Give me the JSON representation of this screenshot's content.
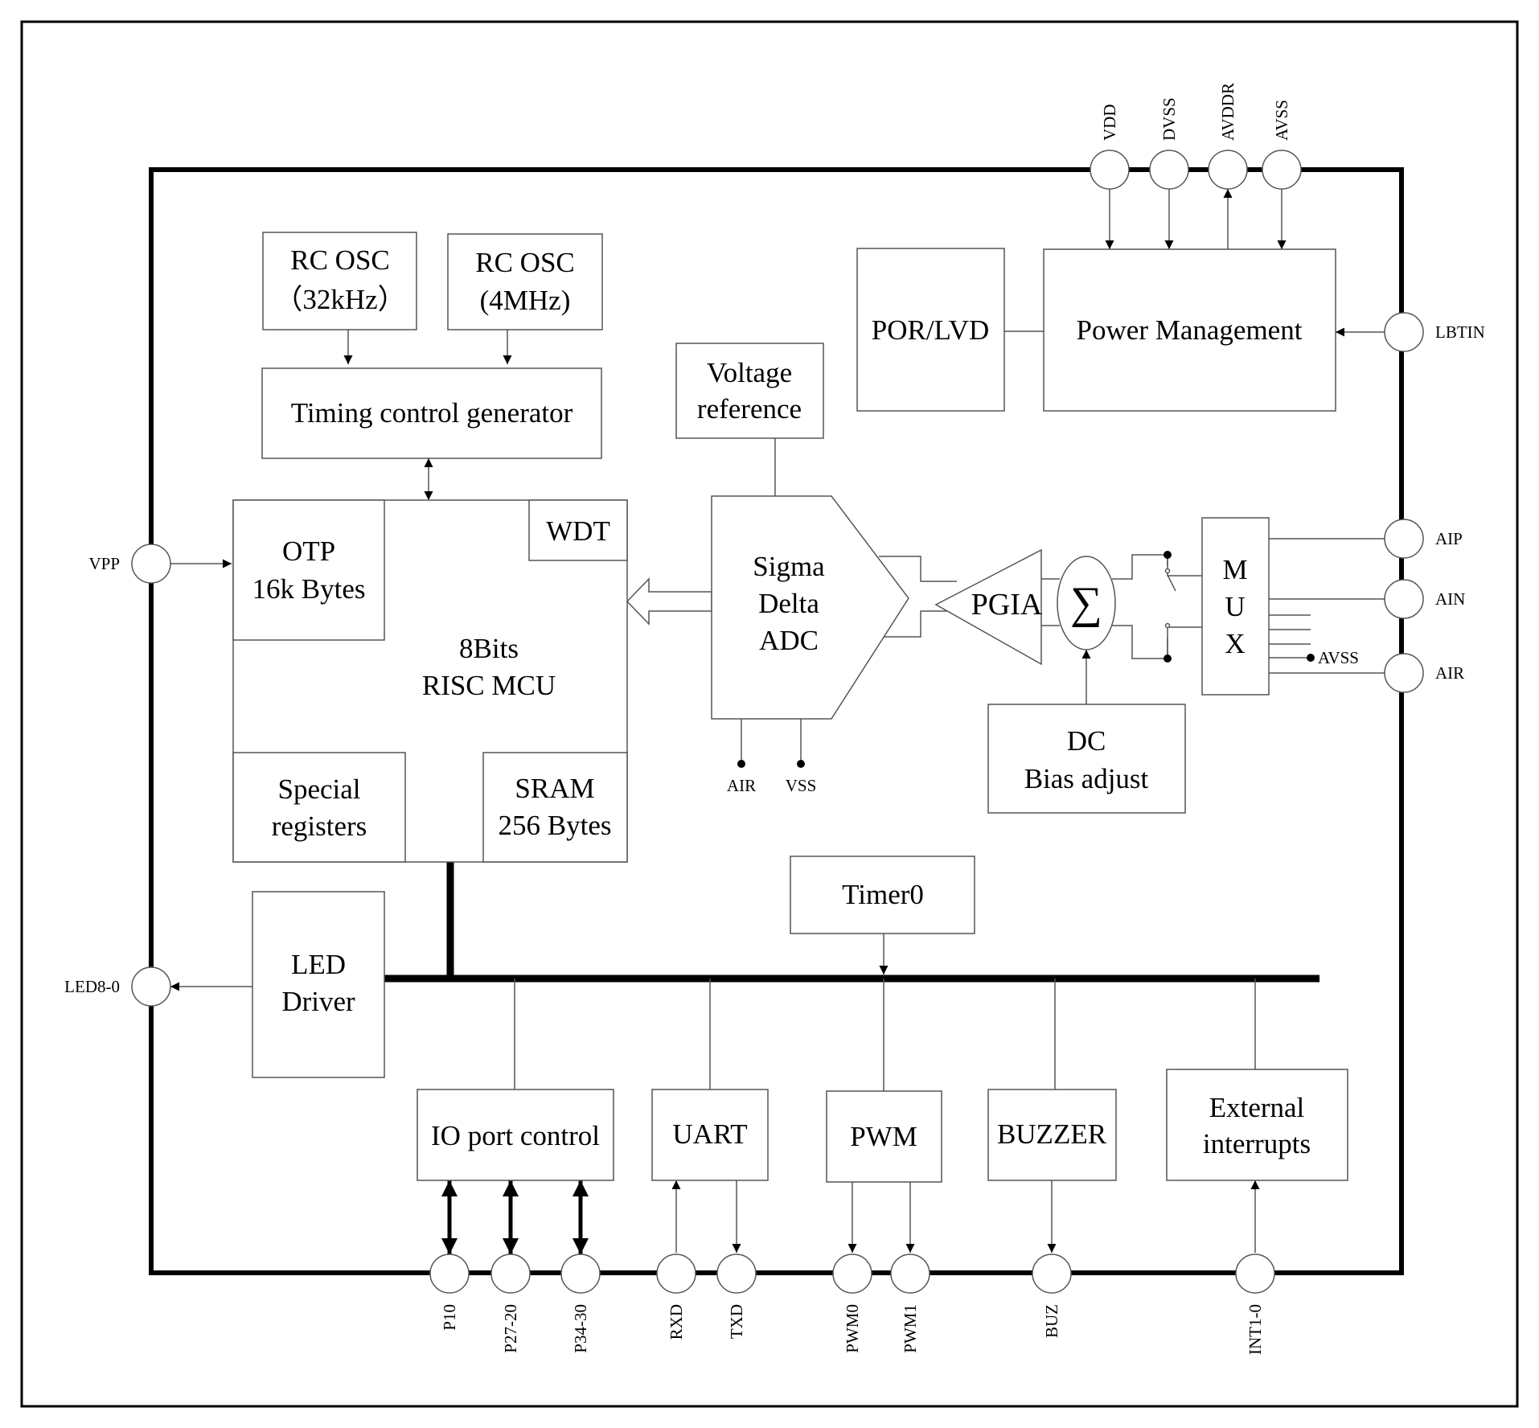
{
  "blocks": {
    "rc_osc_32k": [
      "RC OSC",
      "（32kHz）"
    ],
    "rc_osc_4m": [
      "RC OSC",
      "(4MHz)"
    ],
    "timing": "Timing control generator",
    "otp": [
      "OTP",
      "16k Bytes"
    ],
    "wdt": "WDT",
    "mcu": [
      "8Bits",
      "RISC  MCU"
    ],
    "special": [
      "Special",
      "registers"
    ],
    "sram": [
      "SRAM",
      "256 Bytes"
    ],
    "vref": [
      "Voltage",
      "reference"
    ],
    "adc": [
      "Sigma",
      "Delta",
      "ADC"
    ],
    "pgia": "PGIA",
    "sum_symbol": "∑",
    "mux": [
      "M",
      "U",
      "X"
    ],
    "dc_bias": [
      "DC",
      "Bias adjust"
    ],
    "por": "POR/LVD",
    "power": "Power Management",
    "timer0": "Timer0",
    "led_driver": [
      "LED",
      "Driver"
    ],
    "io": "IO port control",
    "uart": "UART",
    "pwm": "PWM",
    "buzzer": "BUZZER",
    "ext_int": [
      "External",
      "interrupts"
    ]
  },
  "pins": {
    "vdd": "VDD",
    "dvss": "DVSS",
    "avddr": "AVDDR",
    "avss": "AVSS",
    "lbtin": "LBTIN",
    "aip": "AIP",
    "ain": "AIN",
    "air": "AIR",
    "avss_mux": "AVSS",
    "adc_air": "AIR",
    "adc_vss": "VSS",
    "vpp": "VPP",
    "led": "LED8-0",
    "p10": "P10",
    "p27": "P27-20",
    "p34": "P34-30",
    "rxd": "RXD",
    "txd": "TXD",
    "pwm0": "PWM0",
    "pwm1": "PWM1",
    "buz": "BUZ",
    "int": "INT1-0"
  }
}
